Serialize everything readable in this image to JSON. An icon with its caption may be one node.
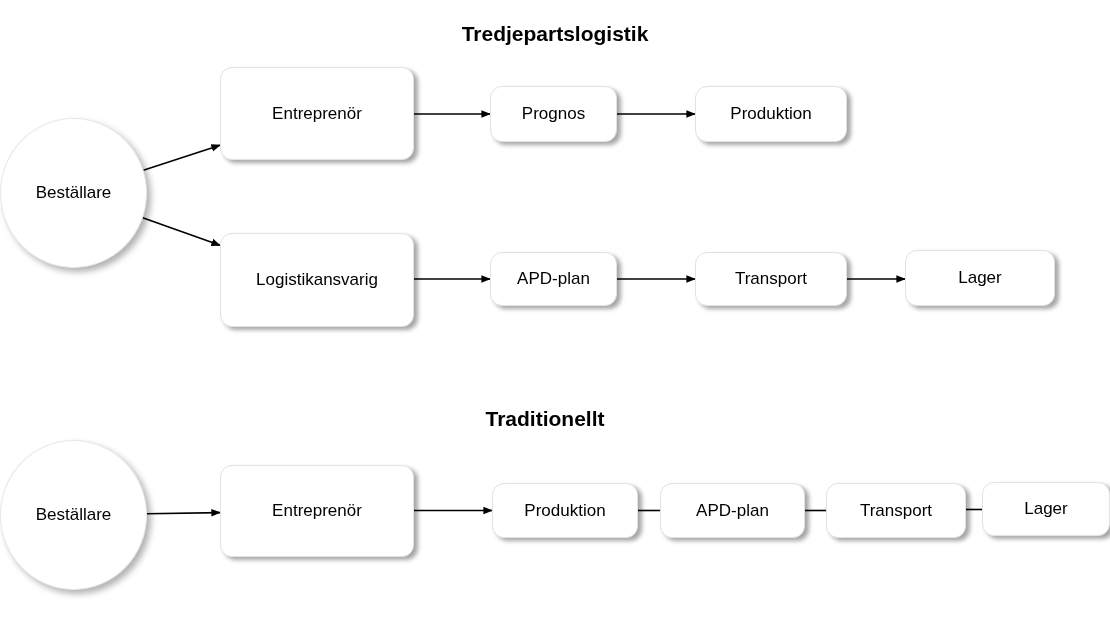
{
  "diagram": {
    "nodes": [
      {
        "text": [
          "Beställare"
        ]
      },
      {
        "text": [
          "Entreprenör"
        ]
      },
      {
        "text": [
          "Prognos"
        ]
      },
      {
        "text": [
          "Produktion"
        ]
      },
      {
        "text": [
          "Logistikansvarig"
        ]
      },
      {
        "text": [
          "APD-plan"
        ]
      },
      {
        "text": [
          "Transport"
        ]
      },
      {
        "text": [
          "Lager"
        ]
      },
      {
        "text": [
          "Beställare"
        ]
      },
      {
        "text": [
          "Entreprenör"
        ]
      },
      {
        "text": [
          "Produktion"
        ]
      },
      {
        "text": [
          "APD-plan"
        ]
      },
      {
        "text": [
          "Transport"
        ]
      },
      {
        "text": [
          "Lager"
        ]
      }
    ],
    "edges": [
      {
        "from": 0,
        "to": 1,
        "arrow": "to"
      },
      {
        "from": 0,
        "to": 4,
        "arrow": "to"
      },
      {
        "from": 1,
        "to": 2,
        "arrow": "to"
      },
      {
        "from": 2,
        "to": 3,
        "arrow": "to"
      },
      {
        "from": 4,
        "to": 5,
        "arrow": "to"
      },
      {
        "from": 5,
        "to": 6,
        "arrow": "to"
      },
      {
        "from": 6,
        "to": 7,
        "arrow": "to"
      },
      {
        "from": 8,
        "to": 9,
        "arrow": "to"
      },
      {
        "from": 9,
        "to": 10,
        "arrow": "to"
      },
      {
        "from": 10,
        "to": 11,
        "arrow": "none"
      },
      {
        "from": 11,
        "to": 12,
        "arrow": "none"
      },
      {
        "from": 12,
        "to": 13,
        "arrow": "none"
      }
    ],
    "labels": [
      "Tredjepartslogistik",
      "Traditionellt"
    ]
  }
}
